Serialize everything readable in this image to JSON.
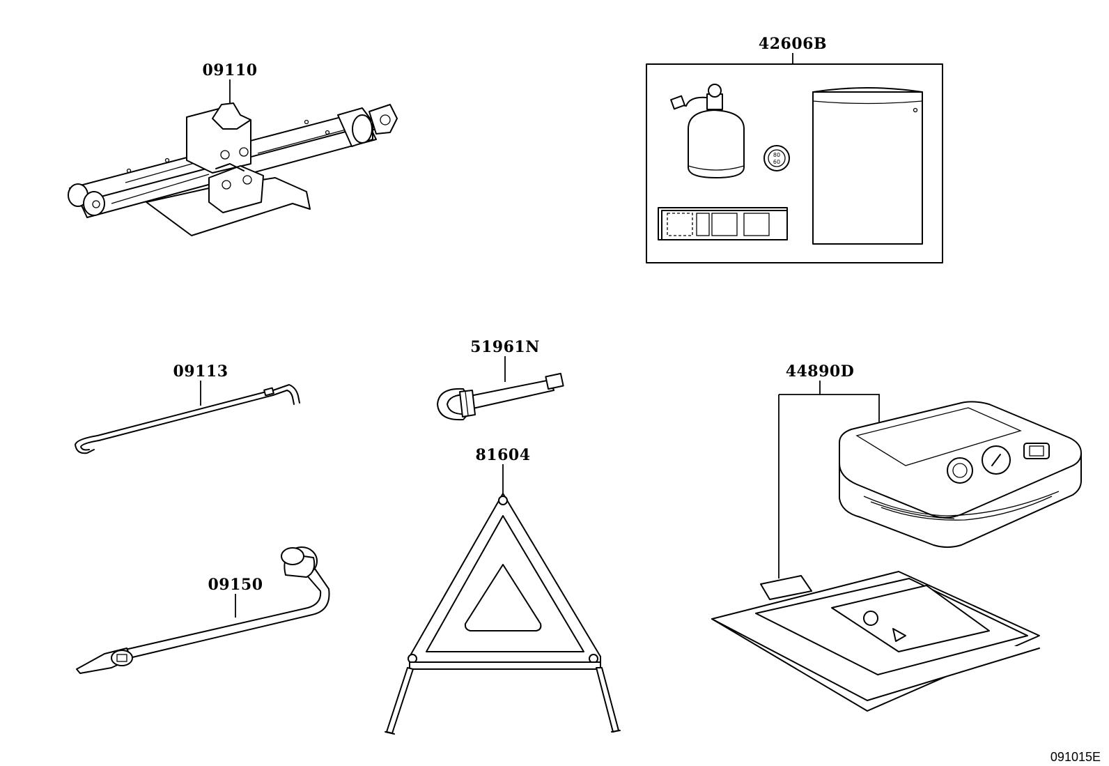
{
  "parts": {
    "jack": {
      "label": "09110",
      "icon": "scissor-jack-icon"
    },
    "repair_kit": {
      "label": "42606B",
      "icon": "tire-repair-kit-icon"
    },
    "jack_handle": {
      "label": "09113",
      "icon": "jack-handle-icon"
    },
    "tow_hook": {
      "label": "51961N",
      "icon": "tow-hook-icon"
    },
    "warning_triangle": {
      "label": "81604",
      "icon": "warning-triangle-icon"
    },
    "lug_wrench": {
      "label": "09150",
      "icon": "lug-wrench-icon"
    },
    "compressor_set": {
      "label": "44890D",
      "icon": "air-compressor-icon"
    }
  },
  "gauge_text": {
    "top": "80",
    "bottom": "60"
  },
  "figure_code": "091015E"
}
